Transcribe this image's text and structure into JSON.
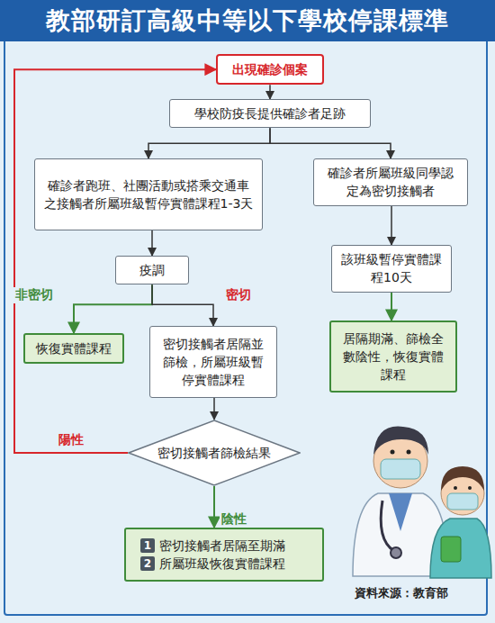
{
  "diagram": {
    "title": "教部研訂高級中等以下學校停課標準",
    "nodes": [
      {
        "text": [
          "出現確診個案"
        ]
      },
      {
        "text": [
          "學校防疫長提供確診者足跡"
        ]
      },
      {
        "text": [
          "確診者跑班、社團活動或搭乘交通車之接觸者所屬班級暫停實體課程1-3天"
        ]
      },
      {
        "text": [
          "確診者所屬班級同學認定為密切接觸者"
        ]
      },
      {
        "text": [
          "疫調"
        ]
      },
      {
        "text": [
          "該班級暫停實體課程10天"
        ]
      },
      {
        "text": [
          "恢復實體課程"
        ]
      },
      {
        "text": [
          "密切接觸者居隔並篩檢，所屬班級暫停實體課程"
        ]
      },
      {
        "text": [
          "居隔期滿、篩檢全數陰性，恢復實體課程"
        ]
      },
      {
        "text": [
          "密切接觸者篩檢結果"
        ]
      },
      {
        "text": [
          "1",
          "密切接觸者居隔至期滿",
          "2",
          "所屬班級恢復實體課程"
        ]
      }
    ],
    "edges": [
      {
        "from": 0,
        "to": 1,
        "arrow": "to"
      },
      {
        "from": 1,
        "to": 2,
        "arrow": "to"
      },
      {
        "from": 1,
        "to": 3,
        "arrow": "to"
      },
      {
        "from": 2,
        "to": 4,
        "arrow": "to"
      },
      {
        "from": 4,
        "to": 6,
        "label": "非密切",
        "arrow": "to"
      },
      {
        "from": 4,
        "to": 7,
        "label": "密切",
        "arrow": "to"
      },
      {
        "from": 3,
        "to": 5,
        "arrow": "to"
      },
      {
        "from": 5,
        "to": 8,
        "arrow": "to"
      },
      {
        "from": 7,
        "to": 9,
        "arrow": "to"
      },
      {
        "from": 9,
        "to": 10,
        "label": "陰性",
        "arrow": "to"
      },
      {
        "from": 9,
        "to": 0,
        "label": "陽性",
        "arrow": "to"
      }
    ],
    "labels": [
      "資料來源：教育部"
    ]
  }
}
